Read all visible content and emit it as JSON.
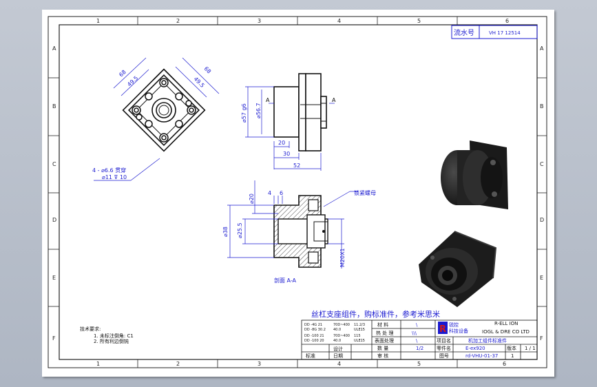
{
  "serial": {
    "label": "流水号",
    "value": "VH 17 12514"
  },
  "zones": {
    "cols": [
      "1",
      "2",
      "3",
      "4",
      "5",
      "6"
    ],
    "rows": [
      "A",
      "B",
      "C",
      "D",
      "E",
      "F"
    ]
  },
  "front_view": {
    "dim_68_left": "68",
    "dim_68_right": "68",
    "dim_49_5_left": "49.5",
    "dim_49_5_right": "49.5",
    "hole_callout_1": "4 - ⌀6.6 贯穿",
    "hole_callout_2": "⌀11 ⊽ 10"
  },
  "side_view": {
    "dim_phi57": "⌀57 g6",
    "dim_phi56_7": "⌀56.7",
    "dim_20": "20",
    "dim_30": "30",
    "dim_52": "52",
    "section_mark_left": "A",
    "section_mark_right": "A"
  },
  "section_view": {
    "dim_4": "4",
    "dim_6": "6",
    "dim_phi20": "⌀20",
    "dim_phi38": "⌀38",
    "dim_phi25_5": "⌀25.5",
    "dim_m20": "M20X1",
    "leader_label": "锁紧螺母",
    "caption": "剖面 A-A"
  },
  "blue_note": "丝杠支座组件，购标准件，参考米思米",
  "tech_req": {
    "title": "技术要求:",
    "line1": "1. 未标注倒角: C1",
    "line2": "2. 所有利边倒钝"
  },
  "title_block": {
    "material_label": "材  料",
    "material_value": "\\",
    "heat_label": "热 处 理",
    "heat_value": "\\\\\\",
    "surface_label": "表面处理",
    "surface_value": "\\",
    "qty_label": "数  量",
    "qty_value": "1/2",
    "check_label": "审  核",
    "company_short": "锐控",
    "company_name": "科技设备",
    "company_en1": "R-ELL ION",
    "company_en2": "IOGL & DRE CO LTD",
    "project_label": "项目名",
    "project_value": "机加工组件标准件",
    "part_label": "零件名",
    "part_value": "E-ex920",
    "drawing_label": "图号",
    "drawing_value": "rd-VHU-01-37",
    "ver_label": "版本",
    "ver_value": "1",
    "sheet_value": "1 / 1",
    "designer_label": "设计",
    "date_label": "日期",
    "stand_label": "标准",
    "rows": [
      [
        "DD -4G 21",
        "70D~400",
        "11.2/3"
      ],
      [
        "DD -8G 30.2",
        "40.0",
        "ULE15"
      ],
      [
        "DD -100 21",
        "70D~400",
        "115"
      ],
      [
        "DD -100 20",
        "40.0",
        "ULE15"
      ]
    ]
  }
}
